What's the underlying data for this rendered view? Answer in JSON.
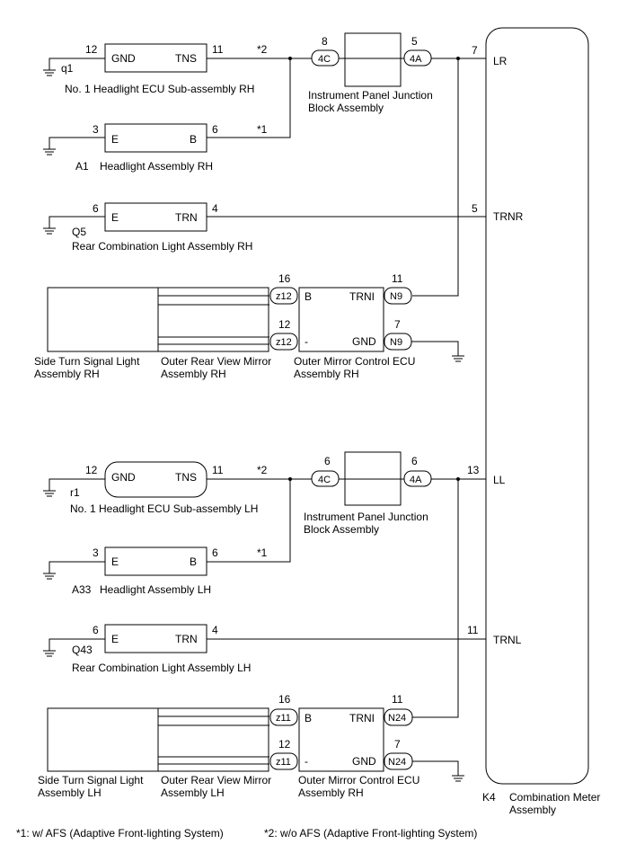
{
  "notes": {
    "note1": "*1: w/ AFS (Adaptive Front-lighting System)",
    "note2": "*2: w/o AFS (Adaptive Front-lighting System)"
  },
  "meter": {
    "code": "K4",
    "name_line1": "Combination Meter",
    "name_line2": "Assembly",
    "terminals": {
      "lr": "LR",
      "trnr": "TRNR",
      "ll": "LL",
      "trnl": "TRNL"
    },
    "pins": {
      "lr": "7",
      "trnr": "5",
      "ll": "13",
      "trnl": "11"
    }
  },
  "rh": {
    "hl_ecu": {
      "code": "q1",
      "name": "No. 1 Headlight ECU Sub-assembly RH",
      "t1": "GND",
      "t2": "TNS",
      "p1": "12",
      "p2": "11"
    },
    "headlight": {
      "code": "A1",
      "name": "Headlight Assembly RH",
      "t1": "E",
      "t2": "B",
      "p1": "3",
      "p2": "6"
    },
    "note_tns": "*2",
    "note_b": "*1",
    "jb": {
      "name_line1": "Instrument Panel Junction",
      "name_line2": "Block Assembly",
      "conn_in": "4C",
      "conn_out": "4A",
      "pin_in": "8",
      "pin_out": "5"
    },
    "rear": {
      "code": "Q5",
      "name": "Rear Combination Light Assembly RH",
      "t1": "E",
      "t2": "TRN",
      "p1": "6",
      "p2": "4"
    },
    "side_turn": {
      "name_line1": "Side Turn Signal Light",
      "name_line2": "Assembly RH"
    },
    "mirror": {
      "name_line1": "Outer Rear View Mirror",
      "name_line2": "Assembly RH"
    },
    "mirror_ecu": {
      "name_line1": "Outer Mirror Control ECU",
      "name_line2": "Assembly RH",
      "conn_in": "z12",
      "conn_out": "N9",
      "t_b": "B",
      "t_trni": "TRNI",
      "t_minus": "-",
      "t_gnd": "GND",
      "pin_b": "16",
      "pin_minus": "12",
      "pin_trni": "11",
      "pin_gnd": "7"
    }
  },
  "lh": {
    "hl_ecu": {
      "code": "r1",
      "name": "No. 1 Headlight ECU Sub-assembly LH",
      "t1": "GND",
      "t2": "TNS",
      "p1": "12",
      "p2": "11"
    },
    "headlight": {
      "code": "A33",
      "name": "Headlight Assembly LH",
      "t1": "E",
      "t2": "B",
      "p1": "3",
      "p2": "6"
    },
    "note_tns": "*2",
    "note_b": "*1",
    "jb": {
      "name_line1": "Instrument Panel Junction",
      "name_line2": "Block Assembly",
      "conn_in": "4C",
      "conn_out": "4A",
      "pin_in": "6",
      "pin_out": "6"
    },
    "rear": {
      "code": "Q43",
      "name": "Rear Combination Light Assembly LH",
      "t1": "E",
      "t2": "TRN",
      "p1": "6",
      "p2": "4"
    },
    "side_turn": {
      "name_line1": "Side Turn Signal Light",
      "name_line2": "Assembly LH"
    },
    "mirror": {
      "name_line1": "Outer Rear View Mirror",
      "name_line2": "Assembly LH"
    },
    "mirror_ecu": {
      "name_line1": "Outer Mirror Control ECU",
      "name_line2": "Assembly RH",
      "conn_in": "z11",
      "conn_out": "N24",
      "t_b": "B",
      "t_trni": "TRNI",
      "t_minus": "-",
      "t_gnd": "GND",
      "pin_b": "16",
      "pin_minus": "12",
      "pin_trni": "11",
      "pin_gnd": "7"
    }
  }
}
